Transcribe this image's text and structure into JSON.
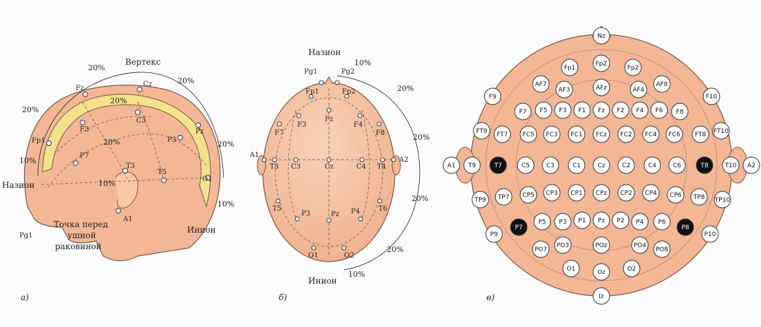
{
  "colors": {
    "skin": "#f3b796",
    "skin_light": "#f8d2ba",
    "cortex": "#f3e18b",
    "outline": "#7a5444",
    "electrode": "#ffffff",
    "electrode_highlight": "#111111",
    "dashed": "#8a6a5a"
  },
  "panel_a": {
    "caption": "а)",
    "vertex": "Вертекс",
    "nasion": "Назион",
    "inion": "Инион",
    "ear_point": "Точка перед",
    "ear_point_2": "ушной",
    "ear_point_3": "раковиной",
    "percents": [
      "20%",
      "20%",
      "20%",
      "20%",
      "20%",
      "20%",
      "10%",
      "10%",
      "10%"
    ],
    "electrodes": [
      {
        "id": "fp1",
        "label": "Fp1"
      },
      {
        "id": "f7",
        "label": "F7"
      },
      {
        "id": "f3",
        "label": "F3"
      },
      {
        "id": "fz",
        "label": "Fz"
      },
      {
        "id": "cz",
        "label": "Cz"
      },
      {
        "id": "c3",
        "label": "C3"
      },
      {
        "id": "p3",
        "label": "P3"
      },
      {
        "id": "pz",
        "label": "Pz"
      },
      {
        "id": "t3",
        "label": "T3"
      },
      {
        "id": "t5",
        "label": "T5"
      },
      {
        "id": "o1",
        "label": "O1"
      },
      {
        "id": "a1",
        "label": "A1"
      },
      {
        "id": "pg1",
        "label": "Pg1"
      }
    ]
  },
  "panel_b": {
    "caption": "б)",
    "nasion": "Назион",
    "inion": "Инион",
    "percents": [
      "10%",
      "20%",
      "20%",
      "20%",
      "20%",
      "10%"
    ],
    "electrodes": [
      {
        "id": "pg1",
        "label": "Pg1"
      },
      {
        "id": "pg2",
        "label": "Pg2"
      },
      {
        "id": "fp1",
        "label": "Fp1"
      },
      {
        "id": "fp2",
        "label": "Fp2"
      },
      {
        "id": "f7",
        "label": "F7"
      },
      {
        "id": "f3",
        "label": "F3"
      },
      {
        "id": "fz",
        "label": "Fz"
      },
      {
        "id": "f4",
        "label": "F4"
      },
      {
        "id": "f8",
        "label": "F8"
      },
      {
        "id": "a1",
        "label": "A1"
      },
      {
        "id": "t3",
        "label": "T3"
      },
      {
        "id": "c3",
        "label": "C3"
      },
      {
        "id": "cz",
        "label": "Cz"
      },
      {
        "id": "c4",
        "label": "C4"
      },
      {
        "id": "t4",
        "label": "T4"
      },
      {
        "id": "a2",
        "label": "A2"
      },
      {
        "id": "t5",
        "label": "T5"
      },
      {
        "id": "p3",
        "label": "P3"
      },
      {
        "id": "pz",
        "label": "Pz"
      },
      {
        "id": "p4",
        "label": "P4"
      },
      {
        "id": "t6",
        "label": "T6"
      },
      {
        "id": "o1",
        "label": "O1"
      },
      {
        "id": "o2",
        "label": "O2"
      }
    ]
  },
  "panel_c": {
    "caption": "в)",
    "electrodes": [
      {
        "label": "Nz"
      },
      {
        "label": "Fp1"
      },
      {
        "label": "FpZ"
      },
      {
        "label": "Fp2"
      },
      {
        "label": "AF7"
      },
      {
        "label": "AF3"
      },
      {
        "label": "AFz"
      },
      {
        "label": "AF4"
      },
      {
        "label": "AF8"
      },
      {
        "label": "F9"
      },
      {
        "label": "F10"
      },
      {
        "label": "F7"
      },
      {
        "label": "F5"
      },
      {
        "label": "F3"
      },
      {
        "label": "F1"
      },
      {
        "label": "Fz"
      },
      {
        "label": "F2"
      },
      {
        "label": "F4"
      },
      {
        "label": "F6"
      },
      {
        "label": "F8"
      },
      {
        "label": "FT9"
      },
      {
        "label": "FT7"
      },
      {
        "label": "FC5"
      },
      {
        "label": "FC3"
      },
      {
        "label": "FC1"
      },
      {
        "label": "FCz"
      },
      {
        "label": "FC2"
      },
      {
        "label": "FC4"
      },
      {
        "label": "FC6"
      },
      {
        "label": "FT8"
      },
      {
        "label": "FT10"
      },
      {
        "label": "A1"
      },
      {
        "label": "T9"
      },
      {
        "label": "T7",
        "dark": true
      },
      {
        "label": "C5"
      },
      {
        "label": "C3"
      },
      {
        "label": "C1"
      },
      {
        "label": "Cz"
      },
      {
        "label": "C2"
      },
      {
        "label": "C4"
      },
      {
        "label": "C6"
      },
      {
        "label": "T8",
        "dark": true
      },
      {
        "label": "T10"
      },
      {
        "label": "A2"
      },
      {
        "label": "TP9"
      },
      {
        "label": "TP7"
      },
      {
        "label": "CP5"
      },
      {
        "label": "CP3"
      },
      {
        "label": "CP1"
      },
      {
        "label": "CPz"
      },
      {
        "label": "CP2"
      },
      {
        "label": "CP4"
      },
      {
        "label": "CP6"
      },
      {
        "label": "TP8"
      },
      {
        "label": "TP10"
      },
      {
        "label": "P9"
      },
      {
        "label": "P7",
        "dark": true
      },
      {
        "label": "P5"
      },
      {
        "label": "P3"
      },
      {
        "label": "P1"
      },
      {
        "label": "Pz"
      },
      {
        "label": "P2"
      },
      {
        "label": "P4"
      },
      {
        "label": "P6"
      },
      {
        "label": "P8",
        "dark": true
      },
      {
        "label": "P10"
      },
      {
        "label": "PO7"
      },
      {
        "label": "PO3"
      },
      {
        "label": "POz"
      },
      {
        "label": "PO4"
      },
      {
        "label": "PO8"
      },
      {
        "label": "O1"
      },
      {
        "label": "Oz"
      },
      {
        "label": "O2"
      },
      {
        "label": "Iz"
      }
    ]
  }
}
